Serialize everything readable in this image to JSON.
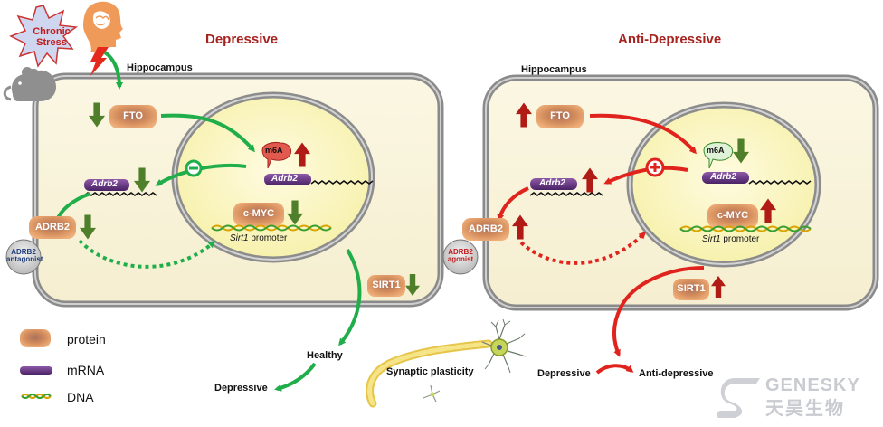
{
  "left_panel": {
    "title": "Depressive",
    "region": "Hippocampus",
    "stress_label_1": "Chronic",
    "stress_label_2": "Stress",
    "fto": "FTO",
    "m6a": "m6A",
    "adrb2_mrna": "Adrb2",
    "adrb2_mrna_nucleus": "Adrb2",
    "cmyc": "c-MYC",
    "promoter_gene": "Sirt1",
    "promoter_text": "promoter",
    "adrb2_protein": "ADRB2",
    "drug_line1": "ADRB2",
    "drug_line2": "antagonist",
    "sirt1": "SIRT1",
    "healthy": "Healthy",
    "outcome": "Depressive",
    "symbol": "minus"
  },
  "right_panel": {
    "title": "Anti-Depressive",
    "region": "Hippocampus",
    "fto": "FTO",
    "m6a": "m6A",
    "adrb2_mrna": "Adrb2",
    "adrb2_mrna_nucleus": "Adrb2",
    "cmyc": "c-MYC",
    "promoter_gene": "Sirt1",
    "promoter_text": "promoter",
    "adrb2_protein": "ADRB2",
    "drug_line1": "ADRB2",
    "drug_line2": "agonist",
    "sirt1": "SIRT1",
    "synaptic": "Synaptic plasticity",
    "from_state": "Depressive",
    "to_state": "Anti-depressive",
    "symbol": "plus"
  },
  "legend": {
    "protein": "protein",
    "mrna": "mRNA",
    "dna": "DNA"
  },
  "watermark": {
    "en": "GENESKY",
    "cn": "天昊生物"
  },
  "colors": {
    "down_green": "#4f7f2b",
    "up_red": "#b01c15",
    "arrow_green": "#1fae4a",
    "arrow_red": "#e0231d",
    "title_red": "#a6231f",
    "mrna_purple": "#5b2d7a",
    "protein_orange": "#d9915f"
  }
}
